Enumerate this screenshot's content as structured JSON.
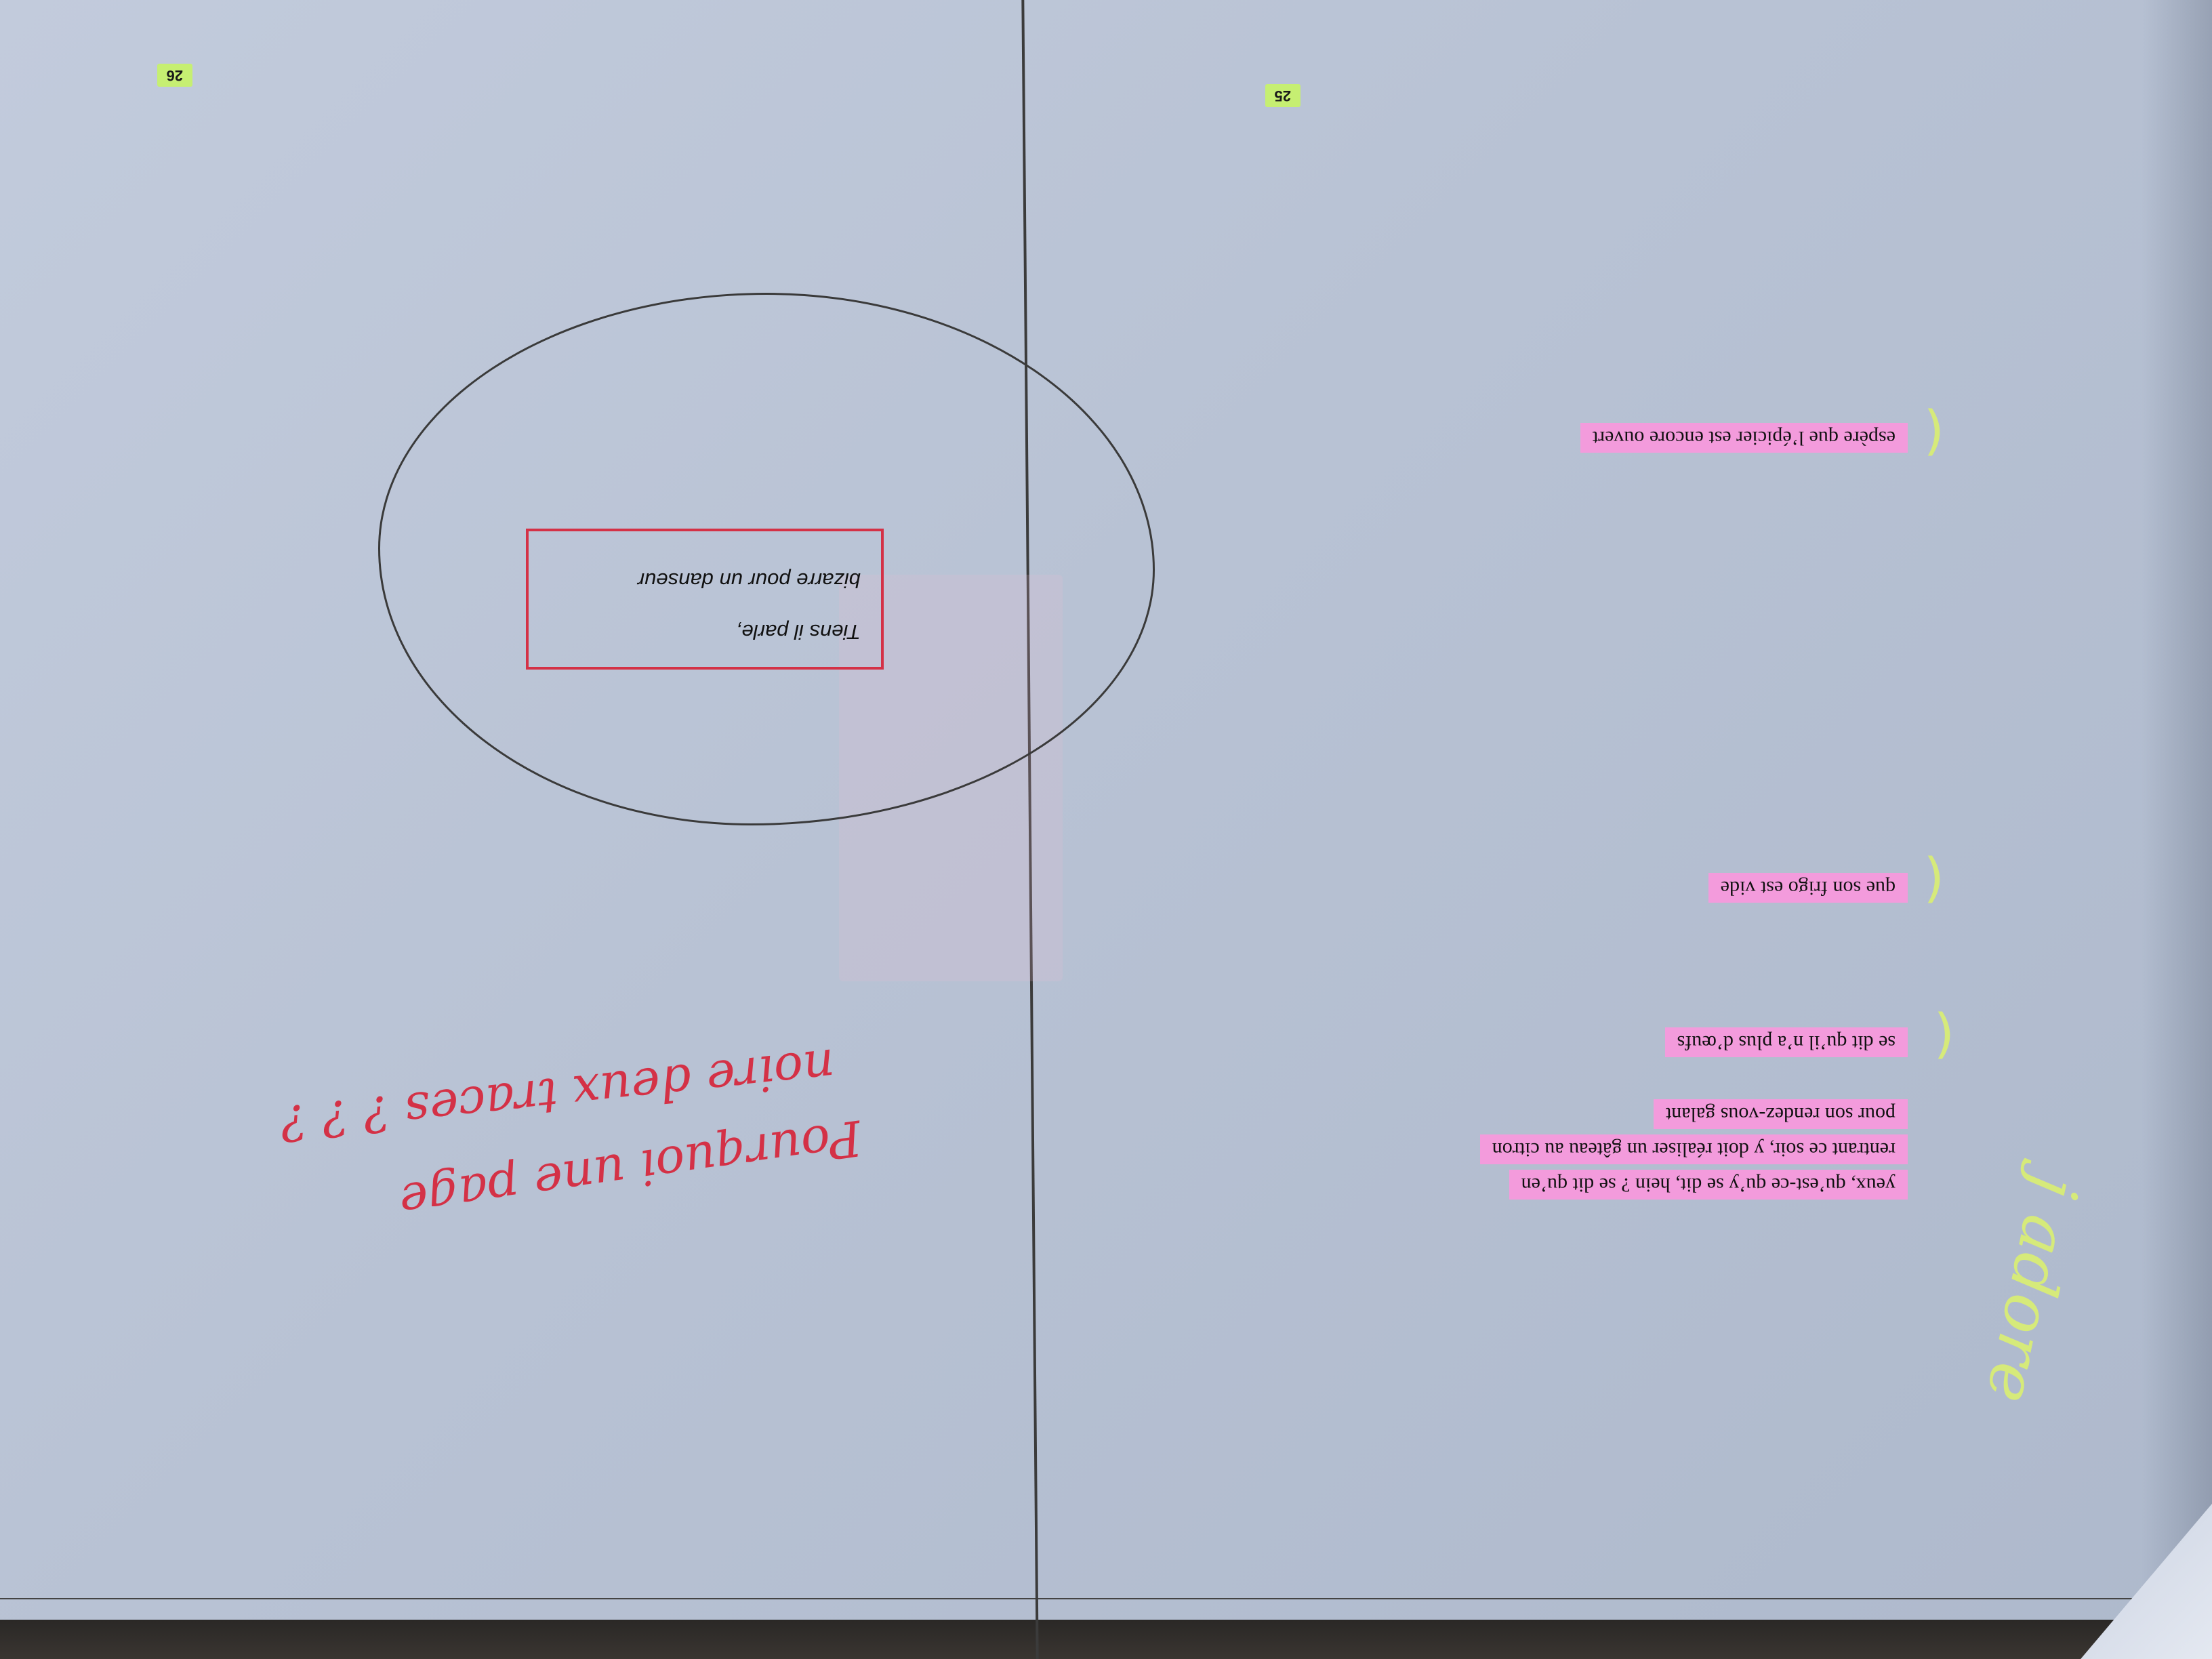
{
  "page_numbers": {
    "left": "25",
    "right": "26"
  },
  "left_page": {
    "highlighted_lines": [
      "yeux, qu’est-ce qu’y se dit, hein ? se dit qu’en",
      "rentrant ce soir, y doit réaliser un gâteau au citron",
      "pour son rendez-vous galant",
      "se dit qu’il n’a plus d’œufs",
      "que son frigo est vide",
      "espère que l’épicier est encore ouvert"
    ],
    "handwritten_margin_note": "j adore"
  },
  "right_page": {
    "boxed_quote": {
      "line1": "Tiens il parle,",
      "line2": "bizarre pour un danseur"
    },
    "handwritten_question": {
      "line1": "Pourquoi une page",
      "line2": "noire deux traces ? ? ?"
    }
  },
  "colors": {
    "highlight_pink": "#f39bdc",
    "highlight_green": "#c6ef72",
    "ink_red": "#d43146",
    "pencil_grey": "#3a3a3a"
  }
}
